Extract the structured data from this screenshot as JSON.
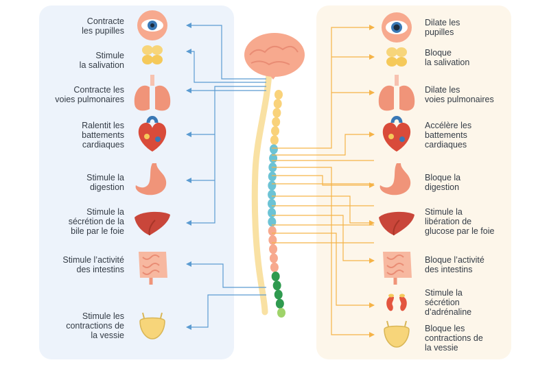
{
  "colors": {
    "parasympathetic": "#5b9bd1",
    "sympathetic": "#f5b347",
    "left_panel_bg": "#edf3fb",
    "right_panel_bg": "#fdf6ea"
  },
  "parasympathetic": [
    {
      "organ": "eye-icon",
      "text": "Contracte\nles pupilles"
    },
    {
      "organ": "salivary-glands-icon",
      "text": "Stimule\nla salivation"
    },
    {
      "organ": "lungs-icon",
      "text": "Contracte les\nvoies pulmonaires"
    },
    {
      "organ": "heart-icon",
      "text": "Ralentit les\nbattements\ncardiaques"
    },
    {
      "organ": "stomach-icon",
      "text": "Stimule la\ndigestion"
    },
    {
      "organ": "liver-icon",
      "text": "Stimule la\nsécrétion de la\nbile par le foie"
    },
    {
      "organ": "intestines-icon",
      "text": "Stimule l’activité\ndes intestins"
    },
    {
      "organ": "bladder-icon",
      "text": "Stimule les\ncontractions de\nla vessie"
    }
  ],
  "sympathetic": [
    {
      "organ": "eye-icon",
      "text": "Dilate les\npupilles"
    },
    {
      "organ": "salivary-glands-icon",
      "text": "Bloque\nla salivation"
    },
    {
      "organ": "lungs-icon",
      "text": "Dilate les\nvoies pulmonaires"
    },
    {
      "organ": "heart-icon",
      "text": "Accélère les\nbattements\ncardiaques"
    },
    {
      "organ": "stomach-icon",
      "text": "Bloque la\ndigestion"
    },
    {
      "organ": "liver-icon",
      "text": "Stimule la\nlibération de\nglucose par le foie"
    },
    {
      "organ": "intestines-icon",
      "text": "Bloque l’activité\ndes intestins"
    },
    {
      "organ": "kidneys-icon",
      "text": "Stimule la\nsécrétion\nd’adrénaline"
    },
    {
      "organ": "bladder-icon",
      "text": "Bloque les\ncontractions de\nla vessie"
    }
  ]
}
